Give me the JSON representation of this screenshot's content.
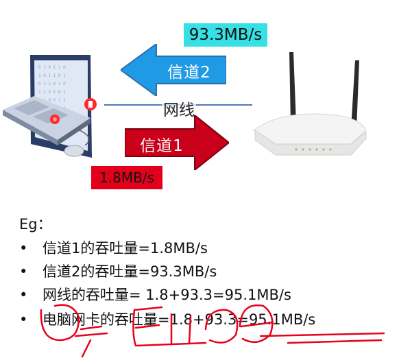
{
  "diagram": {
    "rate_top": "93.3MB/s",
    "rate_bottom": "1.8MB/s",
    "channel2_label": "信道2",
    "channel1_label": "信道1",
    "cable_label": "网线",
    "colors": {
      "channel2_arrow": "#1f9be6",
      "channel1_arrow": "#c8001a",
      "rate_top_bg": "#36e0e4",
      "rate_bottom_bg": "#e3001a",
      "annotation_ink": "#e8001c"
    },
    "icons": [
      "laptop-icon",
      "router-icon"
    ]
  },
  "example": {
    "heading": "Eg：",
    "bullet": "•",
    "items": [
      "信道1的吞吐量=1.8MB/s",
      "信道2的吞吐量=93.3MB/s",
      "网线的吞吐量= 1.8+93.3=95.1MB/s",
      "电脑网卡的吞吐量=1.8+93.3=95.1MB/s"
    ]
  }
}
